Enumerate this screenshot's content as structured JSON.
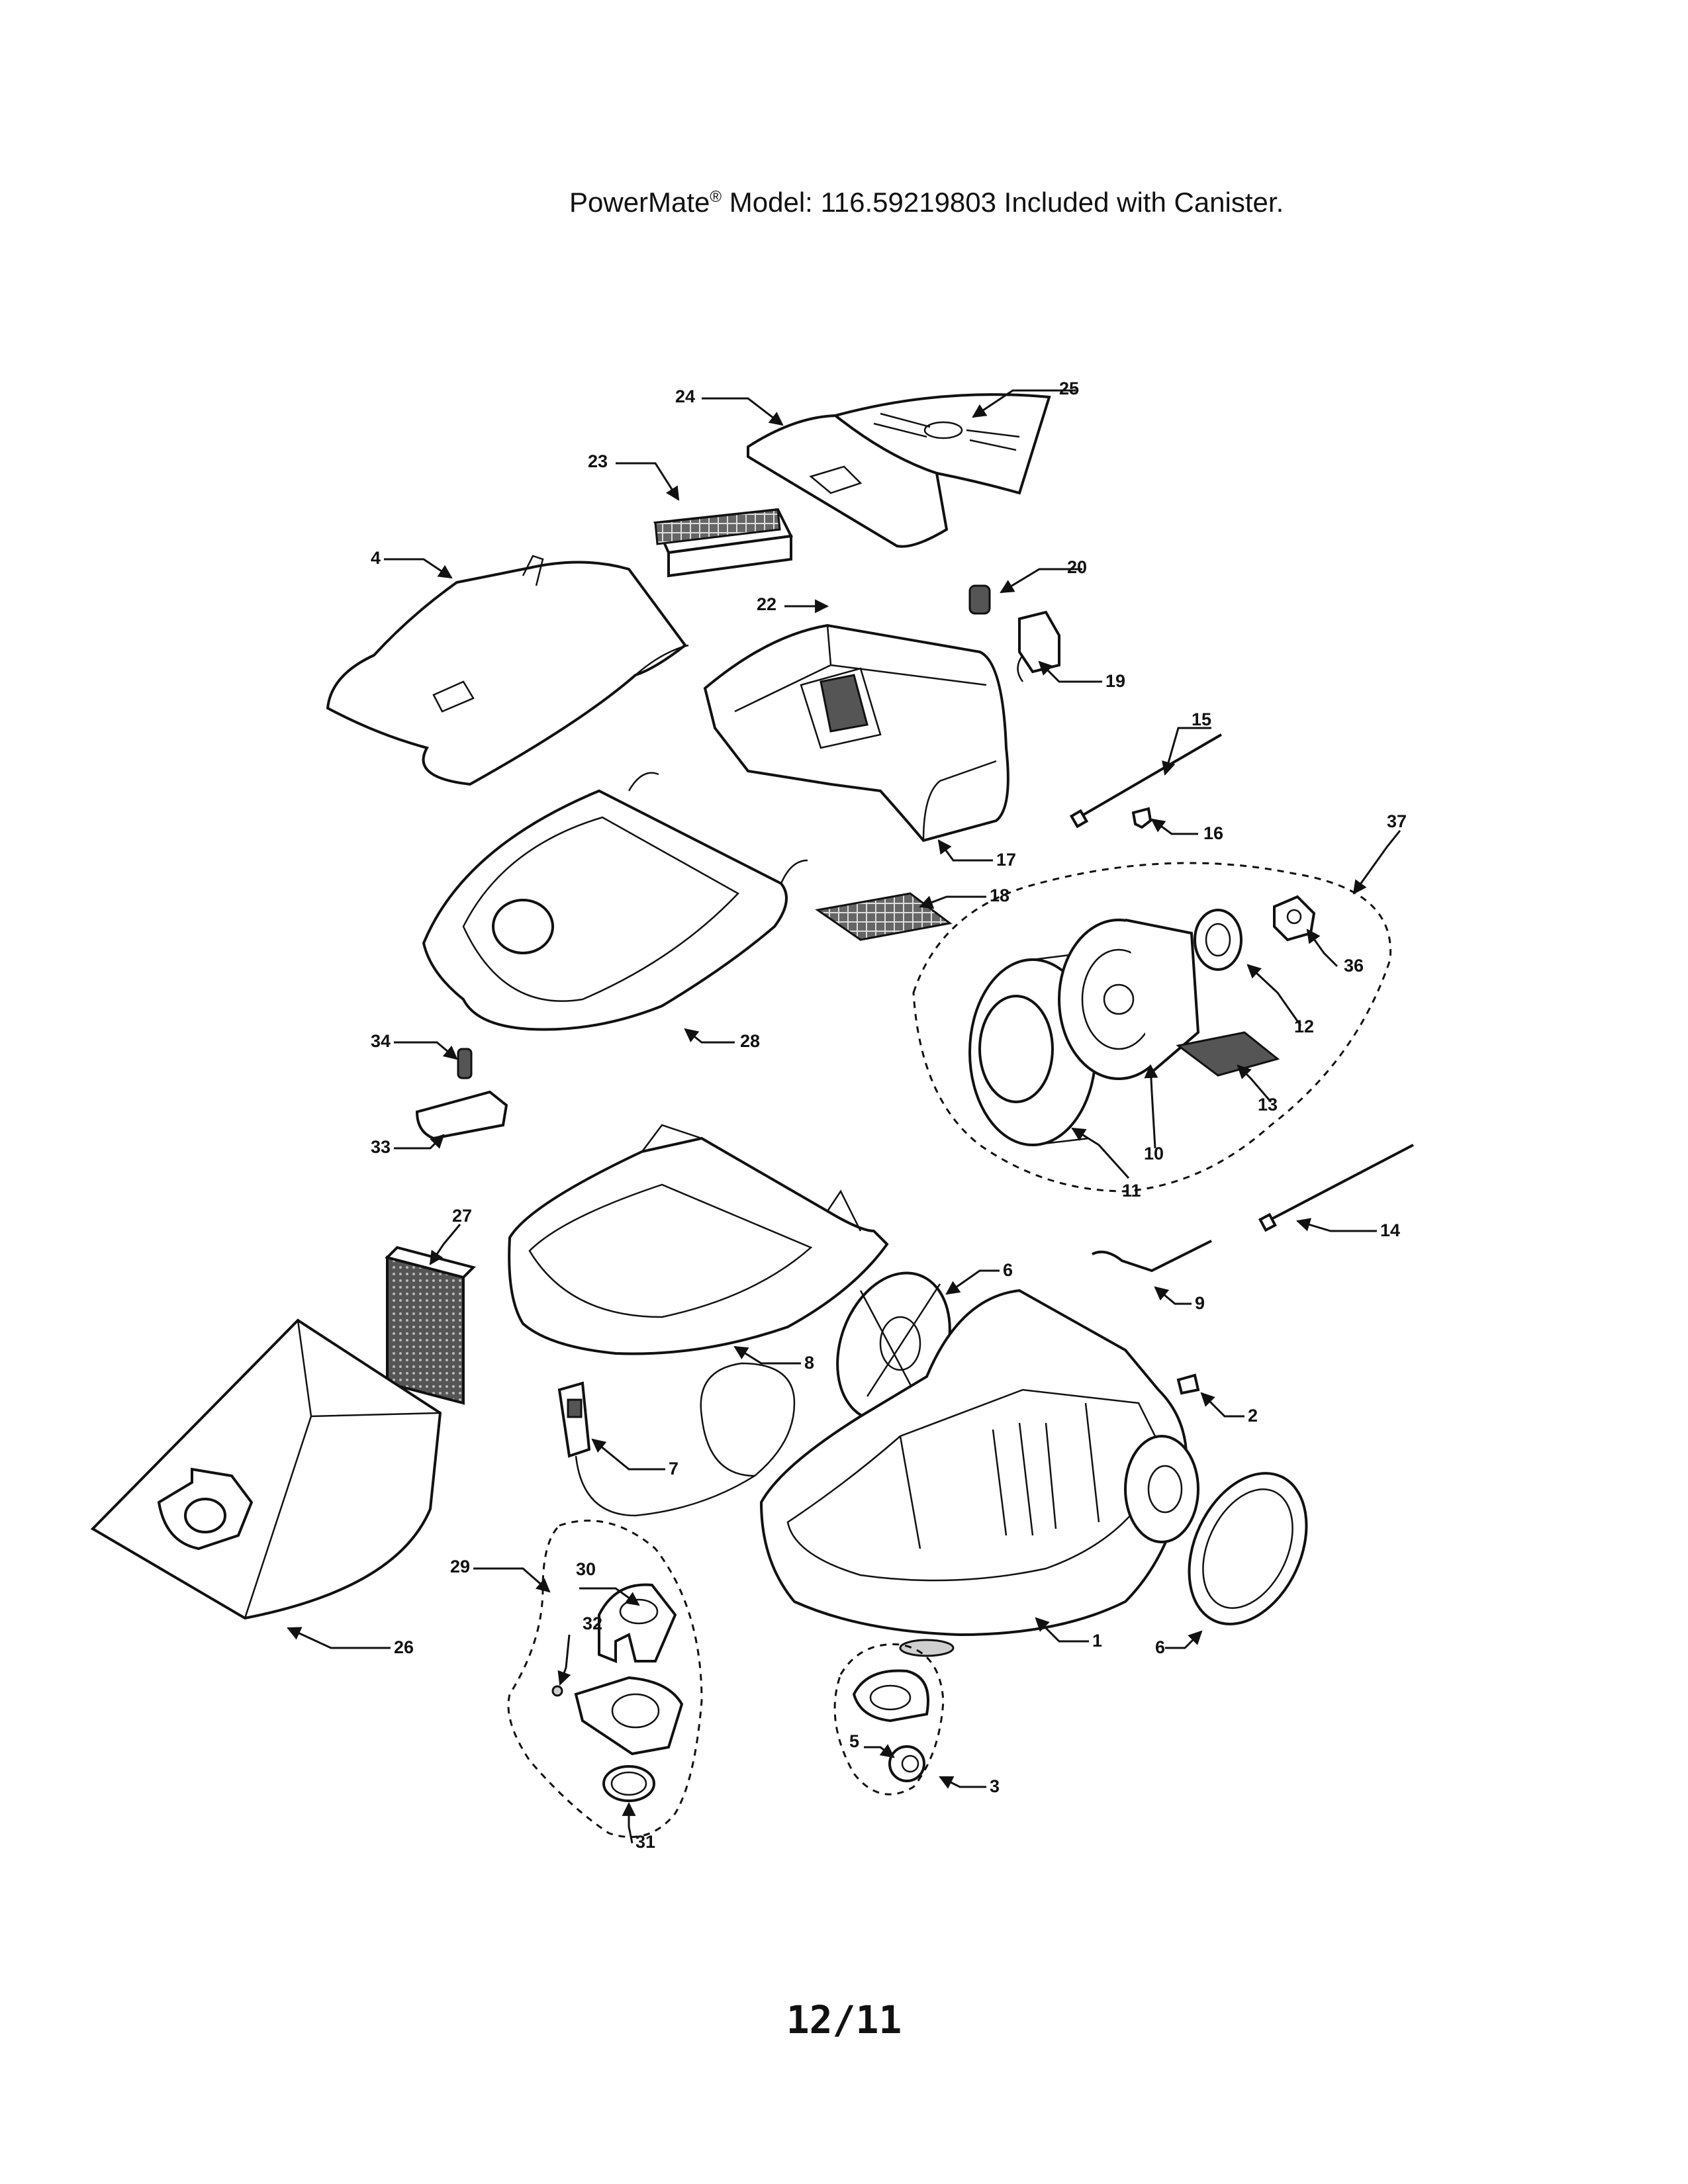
{
  "header": {
    "brand": "PowerMate",
    "reg_mark": "®",
    "model_text": "Model:   116.59219803 Included with Canister."
  },
  "footer": {
    "page": "12/11"
  },
  "callouts": [
    {
      "id": "c24",
      "text": "24"
    },
    {
      "id": "c25",
      "text": "25"
    },
    {
      "id": "c23",
      "text": "23"
    },
    {
      "id": "c4",
      "text": "4"
    },
    {
      "id": "c22",
      "text": "22"
    },
    {
      "id": "c20",
      "text": "20"
    },
    {
      "id": "c19",
      "text": "19"
    },
    {
      "id": "c15",
      "text": "15"
    },
    {
      "id": "c16",
      "text": "16"
    },
    {
      "id": "c17",
      "text": "17"
    },
    {
      "id": "c37",
      "text": "37"
    },
    {
      "id": "c18",
      "text": "18"
    },
    {
      "id": "c36",
      "text": "36"
    },
    {
      "id": "c12",
      "text": "12"
    },
    {
      "id": "c28",
      "text": "28"
    },
    {
      "id": "c34",
      "text": "34"
    },
    {
      "id": "c13",
      "text": "13"
    },
    {
      "id": "c10",
      "text": "10"
    },
    {
      "id": "c33",
      "text": "33"
    },
    {
      "id": "c11",
      "text": "11"
    },
    {
      "id": "c14",
      "text": "14"
    },
    {
      "id": "c27",
      "text": "27"
    },
    {
      "id": "c6a",
      "text": "6"
    },
    {
      "id": "c9",
      "text": "9"
    },
    {
      "id": "c8",
      "text": "8"
    },
    {
      "id": "c2",
      "text": "2"
    },
    {
      "id": "c7",
      "text": "7"
    },
    {
      "id": "c29",
      "text": "29"
    },
    {
      "id": "c30",
      "text": "30"
    },
    {
      "id": "c32",
      "text": "32"
    },
    {
      "id": "c26",
      "text": "26"
    },
    {
      "id": "c1",
      "text": "1"
    },
    {
      "id": "c6b",
      "text": "6"
    },
    {
      "id": "c5",
      "text": "5"
    },
    {
      "id": "c3",
      "text": "3"
    },
    {
      "id": "c31",
      "text": "31"
    }
  ]
}
